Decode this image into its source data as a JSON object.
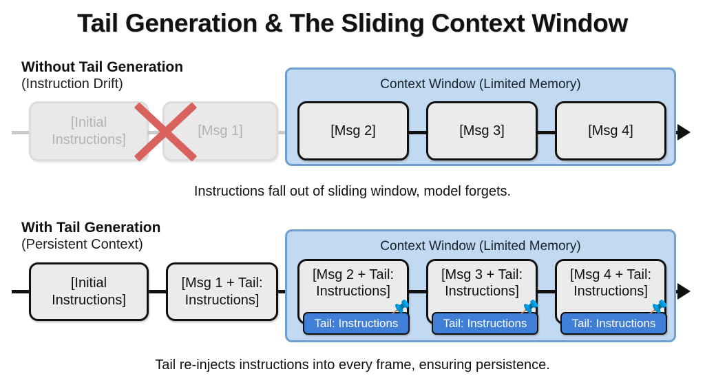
{
  "title": "Tail Generation & The Sliding Context Window",
  "colors": {
    "panel_fill": "#c2daf1",
    "panel_border": "#6f9fd0",
    "box_fill": "#ebebeb",
    "box_border": "#101010",
    "faded_fill": "#e9e9e9",
    "faded_text": "#b3b3b3",
    "cross_red": "#d9625f",
    "tail_badge": "#3f7fd8",
    "background": "#ffffff"
  },
  "sections": [
    {
      "id": "without",
      "heading": "Without Tail Generation",
      "subheading": "(Instruction Drift)",
      "dropped_boxes": [
        {
          "label": "[Initial\nInstructions]",
          "line1": "[Initial",
          "line2": "Instructions]"
        },
        {
          "label": "[Msg 1]",
          "line1": "[Msg 1]",
          "line2": ""
        }
      ],
      "cross_icon": "red-x-icon",
      "context_window": {
        "title": "Context Window (Limited Memory)",
        "boxes": [
          {
            "line1": "[Msg 2]",
            "line2": "",
            "tail": null
          },
          {
            "line1": "[Msg 3]",
            "line2": "",
            "tail": null
          },
          {
            "line1": "[Msg 4]",
            "line2": "",
            "tail": null
          }
        ]
      },
      "caption": "Instructions fall out of sliding window, model forgets."
    },
    {
      "id": "with",
      "heading": "With Tail Generation",
      "subheading": "(Persistent Context)",
      "boxes": [
        {
          "line1": "[Initial",
          "line2": "Instructions]"
        },
        {
          "line1": "[Msg 1 + Tail:",
          "line2": "Instructions]"
        }
      ],
      "context_window": {
        "title": "Context Window (Limited Memory)",
        "boxes": [
          {
            "line1": "[Msg 2 + Tail:",
            "line2": "Instructions]",
            "tail": "Tail: Instructions",
            "pin": "pushpin-icon"
          },
          {
            "line1": "[Msg 3 + Tail:",
            "line2": "Instructions]",
            "tail": "Tail: Instructions",
            "pin": "pushpin-icon"
          },
          {
            "line1": "[Msg 4 + Tail:",
            "line2": "Instructions]",
            "tail": "Tail: Instructions",
            "pin": "pushpin-icon"
          }
        ]
      },
      "caption": "Tail re-injects instructions into every frame, ensuring persistence."
    }
  ],
  "pin_glyph": "📌"
}
